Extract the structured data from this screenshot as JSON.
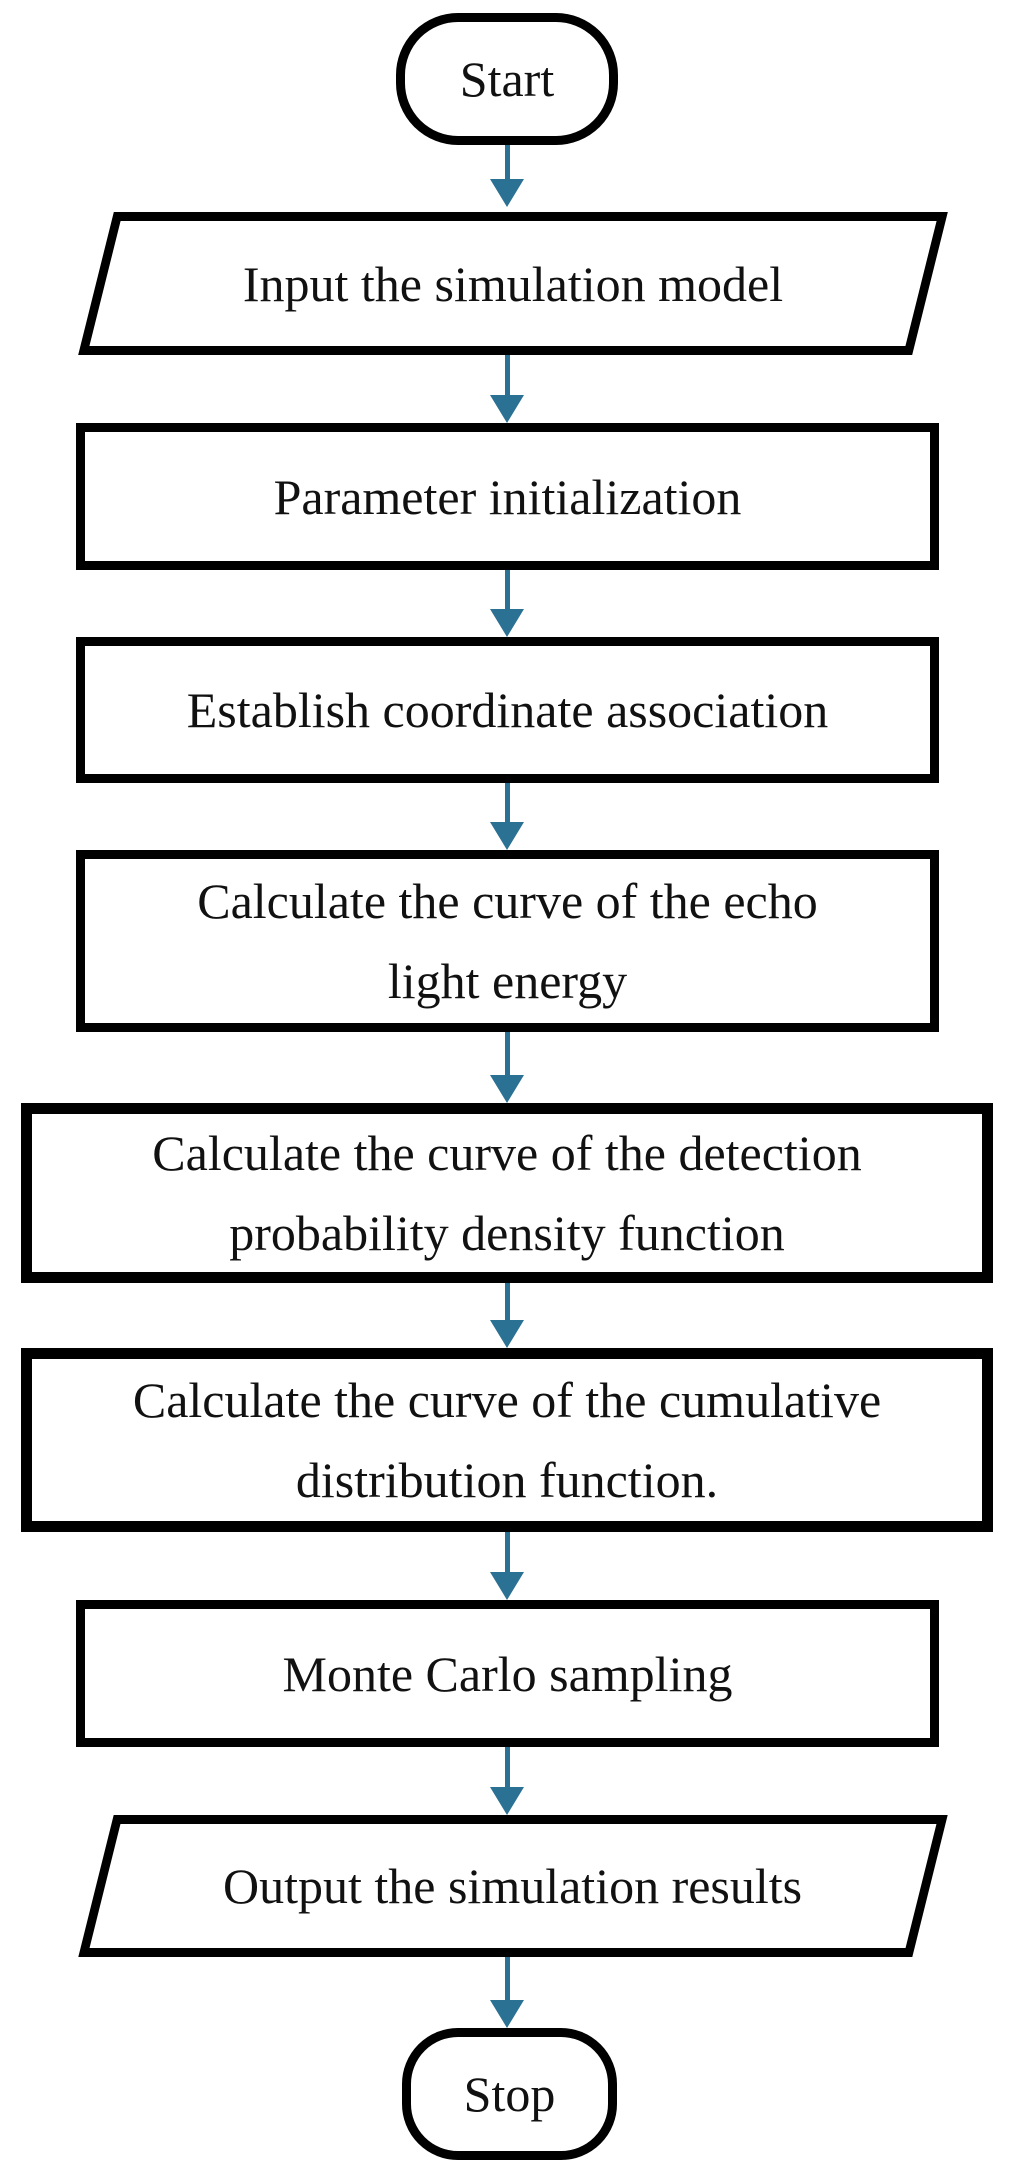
{
  "flowchart": {
    "description": "Monte Carlo simulation flowchart",
    "colors": {
      "background": "#FFFFFF",
      "shape_fill": "#FFFFFF",
      "shape_border": "#000000",
      "arrow": "#2B7193",
      "text": "#111111"
    },
    "nodes": [
      {
        "id": "start",
        "type": "terminator",
        "label": "Start"
      },
      {
        "id": "input-model",
        "type": "input-output",
        "label": "Input the simulation model"
      },
      {
        "id": "param-init",
        "type": "process",
        "label": "Parameter initialization"
      },
      {
        "id": "coord-assoc",
        "type": "process",
        "label": "Establish coordinate association"
      },
      {
        "id": "echo-energy",
        "type": "process",
        "label": "Calculate the curve of the echo\nlight energy"
      },
      {
        "id": "detection-pdf",
        "type": "process",
        "label": "Calculate the curve of the detection\nprobability density function"
      },
      {
        "id": "cumulative-cdf",
        "type": "process",
        "label": "Calculate the curve of the cumulative\ndistribution function."
      },
      {
        "id": "monte-carlo",
        "type": "process",
        "label": "Monte Carlo sampling"
      },
      {
        "id": "output-results",
        "type": "input-output",
        "label": "Output the simulation results"
      },
      {
        "id": "stop",
        "type": "terminator",
        "label": "Stop"
      }
    ],
    "edges": [
      {
        "from": "start",
        "to": "input-model"
      },
      {
        "from": "input-model",
        "to": "param-init"
      },
      {
        "from": "param-init",
        "to": "coord-assoc"
      },
      {
        "from": "coord-assoc",
        "to": "echo-energy"
      },
      {
        "from": "echo-energy",
        "to": "detection-pdf"
      },
      {
        "from": "detection-pdf",
        "to": "cumulative-cdf"
      },
      {
        "from": "cumulative-cdf",
        "to": "monte-carlo"
      },
      {
        "from": "monte-carlo",
        "to": "output-results"
      },
      {
        "from": "output-results",
        "to": "stop"
      }
    ]
  }
}
